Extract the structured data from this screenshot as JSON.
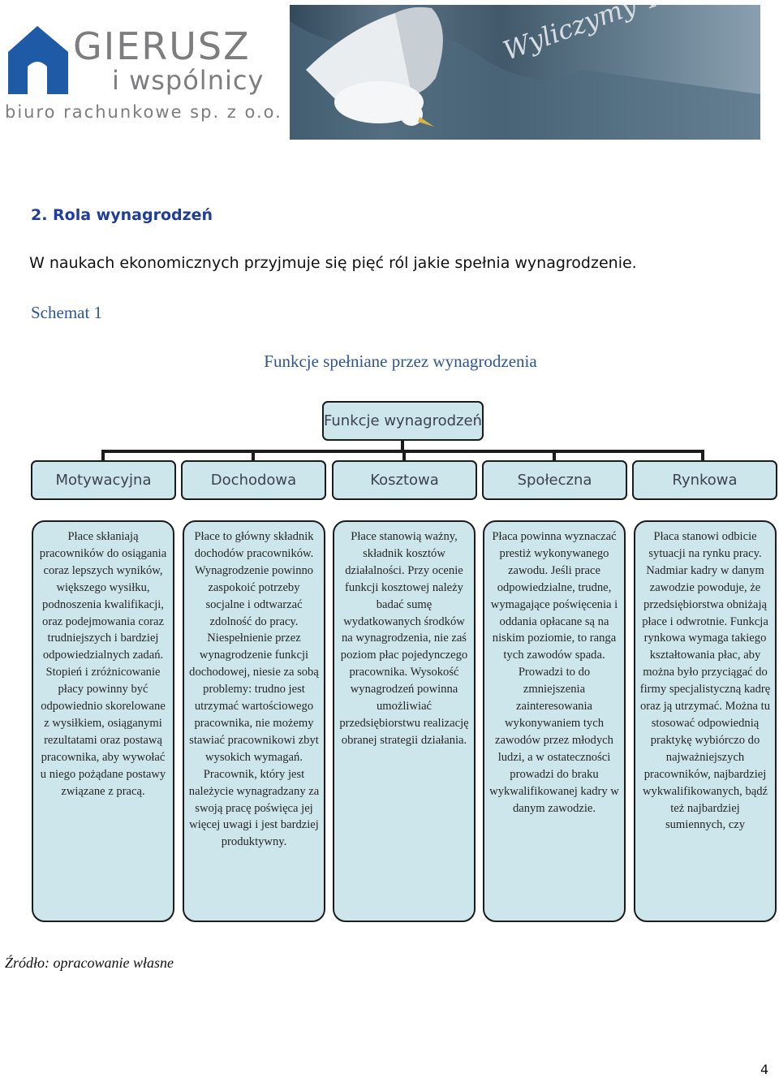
{
  "header": {
    "logo_company": "GIERUSZ",
    "logo_partners": "i wspólnicy",
    "logo_subtitle": "biuro rachunkowe sp. z o.o.",
    "photo_slogan": "Wyliczymy Twój Sukces",
    "logo_color": "#1f5aa6"
  },
  "section": {
    "heading": "2.  Rola wynagrodzeń",
    "intro": "W naukach ekonomicznych przyjmuje się pięć ról jakie spełnia wynagrodzenie.",
    "scheme_label": "Schemat 1",
    "scheme_title": "Funkcje spełniane przez wynagrodzenia"
  },
  "diagram": {
    "root": "Funkcje wynagrodzeń",
    "box_fill": "#cde6ec",
    "categories": [
      {
        "label": "Motywacyjna",
        "description": "Płace skłaniają pracowników do osiągania coraz lepszych wyników, większego wysiłku, podnoszenia kwalifikacji, oraz podejmowania coraz trudniejszych i bardziej odpowiedzialnych zadań. Stopień i zróżnicowanie płacy powinny być odpowiednio skorelowane z wysiłkiem, osiąganymi rezultatami oraz postawą pracownika, aby wywołać u niego pożądane postawy związane z pracą."
      },
      {
        "label": "Dochodowa",
        "description": "Płace to główny składnik dochodów pracowników. Wynagrodzenie powinno zaspokoić potrzeby socjalne i odtwarzać zdolność do pracy. Niespełnienie przez wynagrodzenie funkcji dochodowej, niesie za sobą problemy: trudno jest utrzymać wartościowego pracownika, nie możemy stawiać pracownikowi zbyt wysokich wymagań. Pracownik, który jest należycie wynagradzany za swoją pracę poświęca jej więcej uwagi i jest bardziej produktywny."
      },
      {
        "label": "Kosztowa",
        "description": "Płace stanowią ważny, składnik kosztów działalności. Przy ocenie funkcji kosztowej należy badać sumę wydatkowanych środków na wynagrodzenia, nie zaś poziom płac pojedynczego pracownika. Wysokość wynagrodzeń powinna umożliwiać przedsiębiorstwu realizację obranej strategii działania."
      },
      {
        "label": "Społeczna",
        "description": "Płaca powinna wyznaczać prestiż wykonywanego zawodu. Jeśli prace odpowiedzialne, trudne, wymagające poświęcenia i oddania opłacane są na niskim poziomie, to ranga tych zawodów spada. Prowadzi to do zmniejszenia zainteresowania wykonywaniem tych zawodów przez młodych ludzi, a w ostateczności prowadzi do braku wykwalifikowanej kadry w danym zawodzie."
      },
      {
        "label": "Rynkowa",
        "description": "Płaca stanowi odbicie sytuacji na rynku pracy. Nadmiar kadry w danym zawodzie powoduje, że przedsiębiorstwa obniżają płace i odwrotnie. Funkcja rynkowa wymaga takiego kształtowania płac, aby można było przyciągać do firmy specjalistyczną kadrę oraz ją utrzymać. Można tu stosować odpowiednią praktykę wybiórczo do najważniejszych pracowników, najbardziej wykwalifikowanych, bądź też najbardziej sumiennych, czy"
      }
    ]
  },
  "footer": {
    "source": "Źródło: opracowanie własne",
    "page_number": "4"
  }
}
